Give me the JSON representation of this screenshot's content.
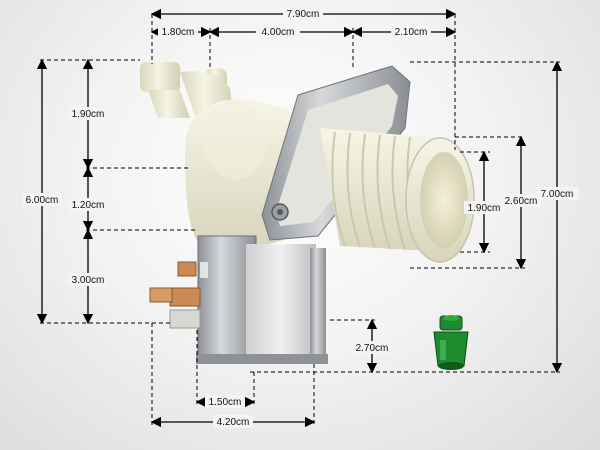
{
  "dimensions": {
    "total_width": "7.90cm",
    "inlet_offset": "1.80cm",
    "center_span": "4.00cm",
    "outlet_flange": "2.10cm",
    "total_height_left": "6.00cm",
    "inlet_height": "1.90cm",
    "body_gap": "1.20cm",
    "coil_height": "3.00cm",
    "total_height_right": "7.00cm",
    "outlet_inner_diameter": "1.90cm",
    "outlet_outer_diameter": "2.60cm",
    "base_offset": "2.70cm",
    "coil_offset": "1.50cm",
    "base_width": "4.20cm"
  },
  "colors": {
    "plastic": "#efedd9",
    "plastic_shadow": "#d6d3ba",
    "metal": "#b9bcc0",
    "metal_dark": "#7f8388",
    "terminal": "#c98a55",
    "filter_green": "#1f8a2e"
  }
}
